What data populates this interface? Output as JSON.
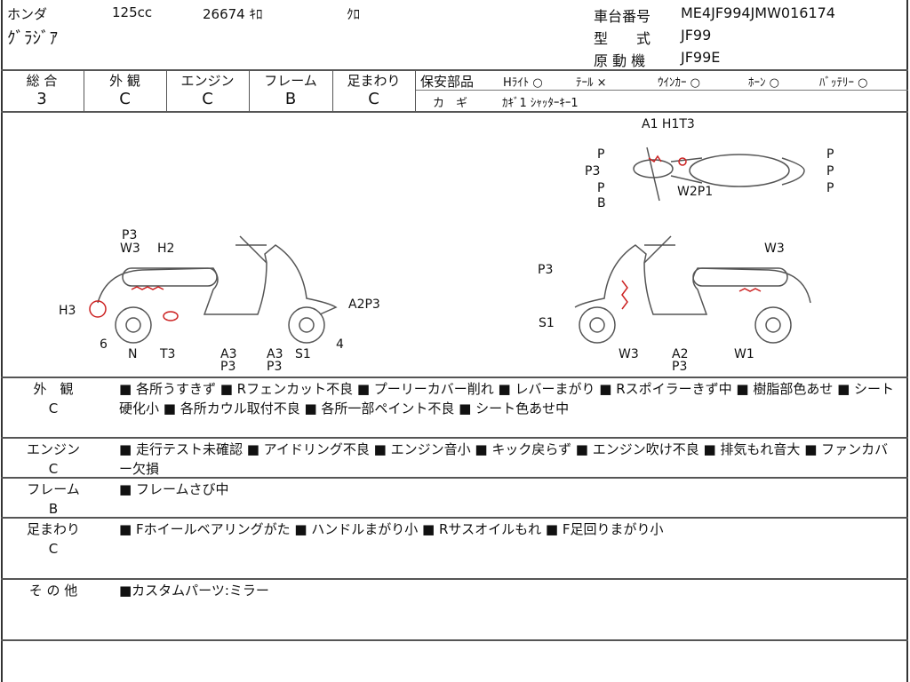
{
  "header": {
    "maker": "ホンダ",
    "cc": "125cc",
    "mileage": "26674 ｷﾛ",
    "color": "ｸﾛ",
    "model_name": "ｸﾞﾗｼﾞｱ",
    "frame_no_label": "車台番号",
    "frame_no": "ME4JF994JMW016174",
    "type_label": "型　　式",
    "type": "JF99",
    "engine_label": "原 動 機",
    "engine": "JF99E"
  },
  "grades": [
    {
      "label": "総 合",
      "value": "3"
    },
    {
      "label": "外 観",
      "value": "C"
    },
    {
      "label": "エンジン",
      "value": "C"
    },
    {
      "label": "フレーム",
      "value": "B"
    },
    {
      "label": "足まわり",
      "value": "C"
    }
  ],
  "safety": {
    "label": "保安部品",
    "items": [
      "Hﾗｲﾄ ○",
      "ﾃｰﾙ ×",
      "ｳｲﾝｶｰ ○",
      "ﾎｰﾝ ○",
      "ﾊﾞｯﾃﾘｰ ○"
    ],
    "key_label": "カ　ギ",
    "key": "ｶｷﾞ1 ｼｬｯﾀｰｷｰ1"
  },
  "diagram_labels": {
    "top": [
      "A1 H1T3",
      "P",
      "P3",
      "P",
      "B",
      "W2P1",
      "P",
      "P",
      "P"
    ],
    "left": [
      "P3",
      "W3",
      "H2",
      "H3",
      "6",
      "N",
      "T3",
      "A3",
      "P3",
      "A3",
      "P3",
      "S1",
      "A2P3",
      "4"
    ],
    "right": [
      "P3",
      "S1",
      "W3",
      "A2",
      "P3",
      "W1",
      "W3"
    ]
  },
  "comments": [
    {
      "cat": "外　観",
      "grade": "C",
      "text": "■ 各所うすきず ■ Rフェンカット不良 ■ プーリーカバー削れ ■ レバーまがり ■ Rスポイラーきず中 ■ 樹脂部色あせ ■ シート硬化小 ■ 各所カウル取付不良 ■ 各所一部ペイント不良 ■ シート色あせ中"
    },
    {
      "cat": "エンジン",
      "grade": "C",
      "text": "■ 走行テスト未確認 ■ アイドリング不良 ■ エンジン音小 ■ キック戻らず ■ エンジン吹け不良 ■ 排気もれ音大 ■ ファンカバー欠損"
    },
    {
      "cat": "フレーム",
      "grade": "B",
      "text": "■ フレームさび中"
    },
    {
      "cat": "足まわり",
      "grade": "C",
      "text": "■ Fホイールベアリングがた ■ ハンドルまがり小 ■ Rサスオイルもれ ■ F足回りまがり小"
    },
    {
      "cat": "そ の 他",
      "grade": "",
      "text": "■カスタムパーツ:ミラー"
    }
  ],
  "colors": {
    "damage": "#cc2222",
    "line": "#555555"
  }
}
